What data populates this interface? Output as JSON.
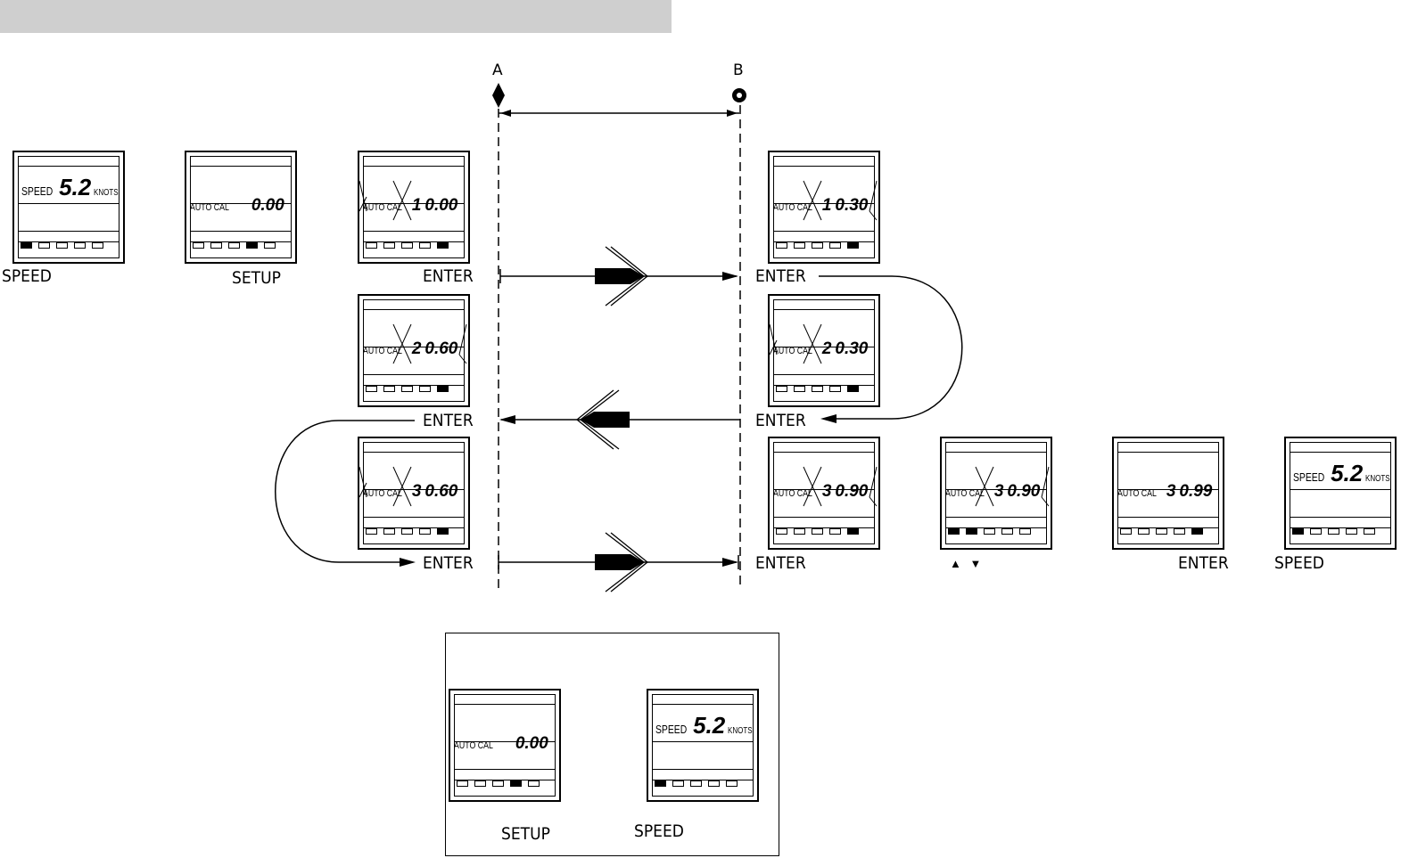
{
  "points": {
    "a": "A",
    "b": "B"
  },
  "display": {
    "auto_cal": "AUTO CAL",
    "speed": "SPEED",
    "speed_value": "5.2",
    "knots": "KNOTS"
  },
  "units": [
    {
      "mode": "speed",
      "leds": [
        1,
        0,
        0,
        0,
        0
      ]
    },
    {
      "mode": "cal",
      "run": "",
      "value": "0.00",
      "leds": [
        0,
        0,
        0,
        1,
        0
      ]
    },
    {
      "mode": "cal",
      "run": "1",
      "value": "0.00",
      "leds": [
        0,
        0,
        0,
        0,
        1
      ],
      "flash": "run"
    },
    {
      "mode": "cal",
      "run": "1",
      "value": "0.30",
      "leds": [
        0,
        0,
        0,
        0,
        1
      ],
      "flash": "value"
    },
    {
      "mode": "cal",
      "run": "2",
      "value": "0.60",
      "leds": [
        0,
        0,
        0,
        0,
        1
      ],
      "flash": "value"
    },
    {
      "mode": "cal",
      "run": "2",
      "value": "0.30",
      "leds": [
        0,
        0,
        0,
        0,
        1
      ],
      "flash": "run"
    },
    {
      "mode": "cal",
      "run": "3",
      "value": "0.60",
      "leds": [
        0,
        0,
        0,
        0,
        1
      ],
      "flash": "run"
    },
    {
      "mode": "cal",
      "run": "3",
      "value": "0.90",
      "leds": [
        0,
        0,
        0,
        0,
        1
      ],
      "flash": "value"
    },
    {
      "mode": "cal",
      "run": "3",
      "value": "0.90",
      "leds": [
        1,
        1,
        0,
        0,
        0
      ],
      "flash": "value"
    },
    {
      "mode": "cal",
      "run": "3",
      "value": "0.99",
      "leds": [
        0,
        0,
        0,
        0,
        1
      ]
    },
    {
      "mode": "speed",
      "leds": [
        1,
        0,
        0,
        0,
        0
      ]
    },
    {
      "mode": "cal",
      "run": "",
      "value": "0.00",
      "leds": [
        0,
        0,
        0,
        1,
        0
      ]
    },
    {
      "mode": "speed",
      "leds": [
        1,
        0,
        0,
        0,
        0
      ]
    }
  ],
  "labels": {
    "speed": "SPEED",
    "setup": "SETUP",
    "enter": "ENTER",
    "up_down": "▲ ▼"
  }
}
